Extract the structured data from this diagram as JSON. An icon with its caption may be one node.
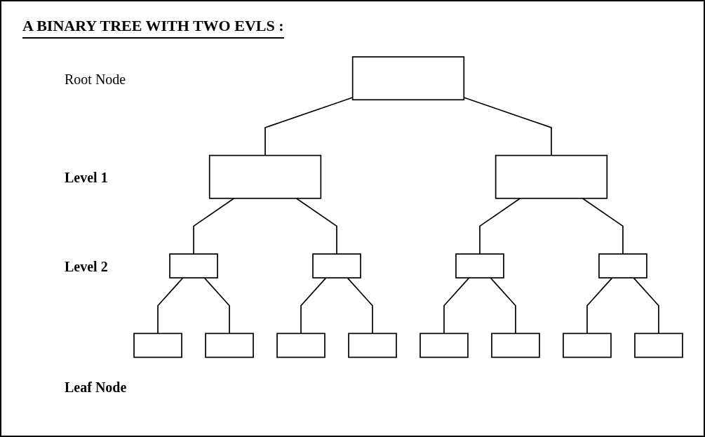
{
  "diagram": {
    "title": "A BINARY TREE WITH TWO EVLS :",
    "nodes": [
      {
        "text": [],
        "shape": "box"
      },
      {
        "text": [],
        "shape": "box"
      },
      {
        "text": [],
        "shape": "box"
      },
      {
        "text": [],
        "shape": "box"
      },
      {
        "text": [],
        "shape": "box"
      },
      {
        "text": [],
        "shape": "box"
      },
      {
        "text": [],
        "shape": "box"
      },
      {
        "text": [],
        "shape": "box"
      },
      {
        "text": [],
        "shape": "box"
      },
      {
        "text": [],
        "shape": "box"
      },
      {
        "text": [],
        "shape": "box"
      },
      {
        "text": [],
        "shape": "box"
      },
      {
        "text": [],
        "shape": "box"
      },
      {
        "text": [],
        "shape": "box"
      },
      {
        "text": [],
        "shape": "box"
      }
    ],
    "edges": [
      {
        "from": 0,
        "to": 1,
        "arrow": "none"
      },
      {
        "from": 0,
        "to": 2,
        "arrow": "none"
      },
      {
        "from": 1,
        "to": 3,
        "arrow": "none"
      },
      {
        "from": 1,
        "to": 4,
        "arrow": "none"
      },
      {
        "from": 2,
        "to": 5,
        "arrow": "none"
      },
      {
        "from": 2,
        "to": 6,
        "arrow": "none"
      },
      {
        "from": 3,
        "to": 7,
        "arrow": "none"
      },
      {
        "from": 3,
        "to": 8,
        "arrow": "none"
      },
      {
        "from": 4,
        "to": 9,
        "arrow": "none"
      },
      {
        "from": 4,
        "to": 10,
        "arrow": "none"
      },
      {
        "from": 5,
        "to": 11,
        "arrow": "none"
      },
      {
        "from": 5,
        "to": 12,
        "arrow": "none"
      },
      {
        "from": 6,
        "to": 13,
        "arrow": "none"
      },
      {
        "from": 6,
        "to": 14,
        "arrow": "none"
      }
    ],
    "labels": [
      "Root Node",
      "Level 1",
      "Level 2",
      "Leaf Node"
    ]
  }
}
